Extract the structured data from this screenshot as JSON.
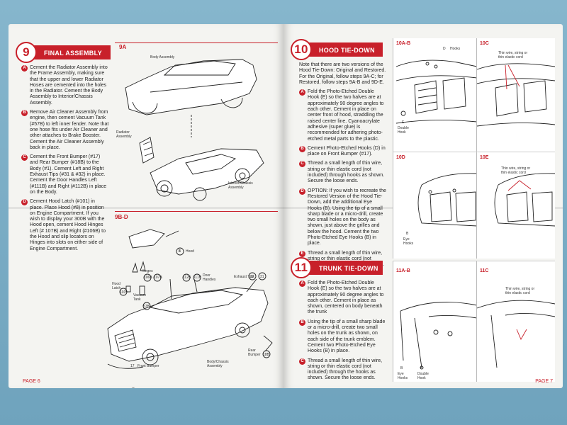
{
  "left_page": {
    "step9": {
      "number": "9",
      "title": "FINAL ASSEMBLY",
      "instructions": [
        {
          "letter": "A",
          "text": "Cement the Radiator Assembly into the Frame Assembly, making sure that the upper and lower Radiator Hoses are cemented into the holes in the Radiator. Cement the Body Assembly to Interior/Chassis Assembly."
        },
        {
          "letter": "B",
          "text": "Remove Air Cleaner Assembly from engine, then cement Vacuum Tank (#57B) to left inner fender. Note that one hose fits under Air Cleaner and other attaches to Brake Booster. Cement the Air Cleaner Assembly back in place."
        },
        {
          "letter": "C",
          "text": "Cement the Front Bumper (#17) and Rear Bumper (#18B) to the Body (#1). Cement Left and Right Exhaust Tips (#31 & #32) in place. Cement the Door Handles Left (#111B) and Right (#112B) in place on the Body."
        },
        {
          "letter": "D",
          "text": "Cement Hood Latch (#101) in place. Place Hood (#8) in position on Engine Compartment. If you wish to display your 300B with the Hood open, cement Hood Hinges Left (# 107B) and Right (#106B) to the Hood and slip locators on Hinges into slots on either side of Engine Compartment."
        }
      ]
    },
    "fig9a": {
      "label": "9A",
      "callouts": {
        "body": "Body Assembly",
        "radiator": "Radiator Assembly",
        "interior": "Interior/Chassis Assembly"
      }
    },
    "fig9bd": {
      "label": "9B-D",
      "callouts": {
        "hood": "Hood",
        "hood_num": "8",
        "hinges": "Hinges",
        "n106b": "106B",
        "n107b": "107B",
        "n111b": "111B",
        "n112b": "112B",
        "door_handles": "Door Handles",
        "exhaust": "Exhaust Tips",
        "n32": "32",
        "n31": "31",
        "hood_latch": "Hood Latch",
        "n101": "101",
        "vacuum": "Vacuum Tank",
        "n57b": "57B",
        "rear_bumper": "Rear Bumper",
        "n18b": "18B",
        "body_chassis": "Body/Chassis Assembly",
        "front_bumper": "Front Bumper",
        "n17": "17"
      }
    },
    "page_number": "PAGE 6"
  },
  "right_page": {
    "step10": {
      "number": "10",
      "title": "HOOD TIE-DOWN",
      "intro": "Note that there are two versions of the Hood Tie-Down: Original and Restored. For the Original, follow steps 9A-C; for Restored, follow steps 9A-B and 9D-E.",
      "instructions": [
        {
          "letter": "A",
          "text": "Fold the Photo-Etched Double Hook (E) so the two halves are at approximately 90 degree angles to each other. Cement in place on center front of hood, straddling the raised center line. Cyanoacrylate adhesive (super glue) is recommended for adhering photo-etched metal parts to the plastic."
        },
        {
          "letter": "B",
          "text": "Cement Photo-Etched Hooks (D) in place on Front Bumper (#17)."
        },
        {
          "letter": "C",
          "text": "Thread a small length of thin wire, string or thin elastic cord (not included) through hooks as shown. Secure the loose ends."
        },
        {
          "letter": "D",
          "text": "OPTION: If you wish to recreate the Restored Version of the Hood Tie-Down, add the additional Eye Hooks (B). Using the tip of a small sharp blade or a micro-drill, create two small holes on the body as shown, just above the grilles and below the hood. Cement the two Photo-Etched Eye Hooks (B) in place."
        },
        {
          "letter": "E",
          "text": "Thread a small length of thin wire, string or thin elastic cord (not included) through hooks as shown. Secure the loose ends."
        }
      ]
    },
    "step11": {
      "number": "11",
      "title": "TRUNK TIE-DOWN",
      "instructions": [
        {
          "letter": "A",
          "text": "Fold the Photo-Etched Double Hook (E) so the two halves are at approximately 90 degree angles to each other. Cement in place as shown, centered on body beneath the trunk"
        },
        {
          "letter": "B",
          "text": "Using the tip of a small sharp blade or a micro-drill, create two small holes on the trunk as shown, on each side of the trunk emblem. Cement two Photo-Etched Eye Hooks (B) in place."
        },
        {
          "letter": "C",
          "text": "Thread a small length of thin wire, string or thin elastic cord (not included) through the hooks as shown. Secure the loose ends."
        }
      ]
    },
    "panels": {
      "p10ab": {
        "label": "10A-B",
        "d_hooks": "Hooks",
        "d": "D",
        "e": "E",
        "double_hook": "Double Hook"
      },
      "p10c": {
        "label": "10C",
        "note": "Thin wire, string or thin elastic cord"
      },
      "p10d": {
        "label": "10D",
        "b": "B",
        "eye_hooks": "Eye Hooks"
      },
      "p10e": {
        "label": "10E",
        "note": "Thin wire, string or thin elastic cord"
      },
      "p11ab": {
        "label": "11A-B",
        "b": "B",
        "eye_hooks": "Eye Hooks",
        "e": "E",
        "double_hook": "Double Hook"
      },
      "p11c": {
        "label": "11C",
        "note": "Thin wire, string or thin elastic cord"
      }
    },
    "page_number": "PAGE 7"
  },
  "colors": {
    "accent": "#c8202a",
    "paper": "#f4f4f1",
    "background": "#7fb0c8"
  }
}
